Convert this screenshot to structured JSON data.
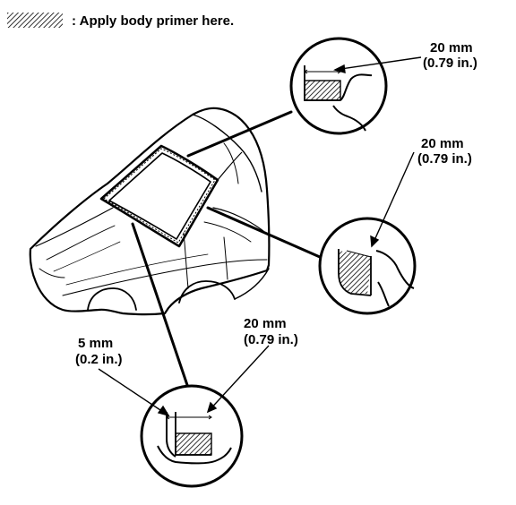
{
  "legend": {
    "text": ": Apply body primer here.",
    "swatch_icon": "hatched-swatch-icon"
  },
  "callouts": {
    "top": {
      "mm": "20 mm",
      "in": "(0.79 in.)"
    },
    "right": {
      "mm": "20 mm",
      "in": "(0.79 in.)"
    },
    "bottom_dim_right": {
      "mm": "20 mm",
      "in": "(0.79 in.)"
    },
    "bottom_dim_left": {
      "mm": "5 mm",
      "in": "(0.2 in.)"
    }
  },
  "colors": {
    "ink": "#000000",
    "paper": "#ffffff"
  }
}
